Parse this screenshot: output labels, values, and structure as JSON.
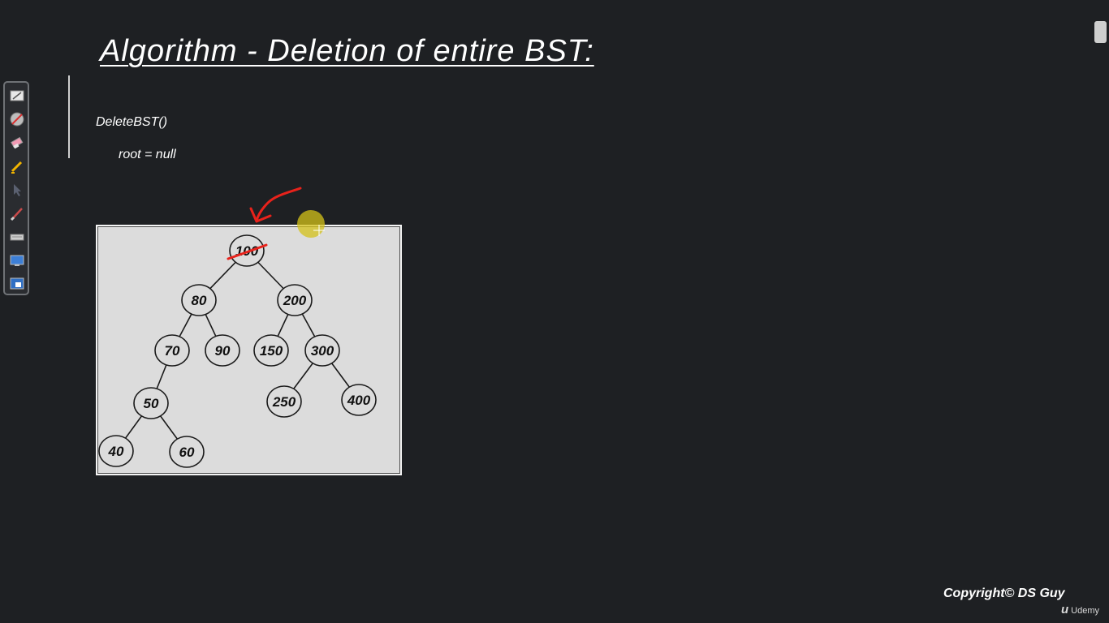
{
  "slide": {
    "title": "Algorithm - Deletion of entire BST:",
    "code_line_1": "DeleteBST()",
    "code_line_2": "root = null"
  },
  "tree": {
    "root_value": "100",
    "root_struck_out": true,
    "nodes": [
      {
        "id": "n100",
        "label": "100"
      },
      {
        "id": "n80",
        "label": "80"
      },
      {
        "id": "n200",
        "label": "200"
      },
      {
        "id": "n70",
        "label": "70"
      },
      {
        "id": "n90",
        "label": "90"
      },
      {
        "id": "n150",
        "label": "150"
      },
      {
        "id": "n300",
        "label": "300"
      },
      {
        "id": "n50",
        "label": "50"
      },
      {
        "id": "n250",
        "label": "250"
      },
      {
        "id": "n400",
        "label": "400"
      },
      {
        "id": "n40",
        "label": "40"
      },
      {
        "id": "n60",
        "label": "60"
      }
    ],
    "edges": [
      [
        "n100",
        "n80"
      ],
      [
        "n100",
        "n200"
      ],
      [
        "n80",
        "n70"
      ],
      [
        "n80",
        "n90"
      ],
      [
        "n200",
        "n150"
      ],
      [
        "n200",
        "n300"
      ],
      [
        "n70",
        "n50"
      ],
      [
        "n300",
        "n250"
      ],
      [
        "n300",
        "n400"
      ],
      [
        "n50",
        "n40"
      ],
      [
        "n50",
        "n60"
      ]
    ]
  },
  "annotation": {
    "pen_color": "#e8221b",
    "highlighter_color": "#d4c21a"
  },
  "toolbar": {
    "tools": [
      {
        "name": "whiteboard-icon"
      },
      {
        "name": "disable-pen-icon"
      },
      {
        "name": "eraser-icon"
      },
      {
        "name": "pen-icon"
      },
      {
        "name": "pointer-icon"
      },
      {
        "name": "brush-icon"
      },
      {
        "name": "keyboard-icon"
      },
      {
        "name": "screen-icon"
      },
      {
        "name": "screenshot-icon"
      }
    ]
  },
  "footer": {
    "copyright": "Copyright© DS Guy",
    "brand_letter": "u",
    "brand": "Udemy"
  }
}
